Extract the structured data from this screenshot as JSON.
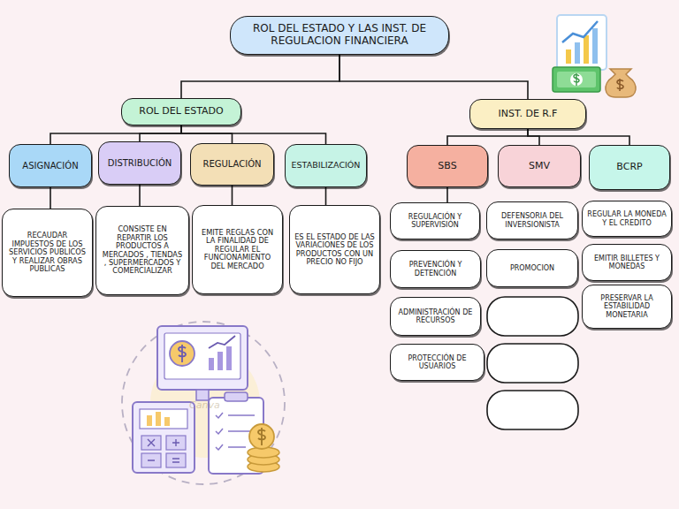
{
  "diagram": {
    "nodes": [
      {
        "text": [
          "ROL DEL ESTADO Y LAS INST. DE REGULACION FINANCIERA"
        ]
      },
      {
        "text": [
          "ROL DEL ESTADO"
        ]
      },
      {
        "text": [
          "INST. DE R.F"
        ]
      },
      {
        "text": [
          "ASIGNACIÓN"
        ]
      },
      {
        "text": [
          "DISTRIBUCIÓN"
        ]
      },
      {
        "text": [
          "REGULACIÓN"
        ]
      },
      {
        "text": [
          "ESTABILIZACIÓN"
        ]
      },
      {
        "text": [
          "SBS"
        ]
      },
      {
        "text": [
          "SMV"
        ]
      },
      {
        "text": [
          "BCRP"
        ]
      },
      {
        "text": [
          "RECAUDAR IMPUESTOS DE LOS SERVICIOS PUBLICOS Y REALIZAR OBRAS PUBLICAS"
        ]
      },
      {
        "text": [
          "CONSISTE EN REPARTIR LOS PRODUCTOS A MERCADOS , TIENDAS , SUPERMERCADOS Y COMERCIALIZAR"
        ]
      },
      {
        "text": [
          "EMITE REGLAS CON LA FINALIDAD DE REGULAR EL FUNCIONAMIENTO DEL MERCADO"
        ]
      },
      {
        "text": [
          "ES EL ESTADO DE LAS VARIACIONES DE LOS PRODUCTOS CON UN PRECIO NO FIJO"
        ]
      },
      {
        "text": [
          "REGULACIÓN Y SUPERVISIÓN"
        ]
      },
      {
        "text": [
          "PREVENCIÓN Y DETENCIÓN"
        ]
      },
      {
        "text": [
          "ADMINISTRACIÓN DE RECURSOS"
        ]
      },
      {
        "text": [
          "PROTECCIÓN DE USUARIOS"
        ]
      },
      {
        "text": [
          "DEFENSORIA DEL INVERSIONISTA"
        ]
      },
      {
        "text": [
          "PROMOCION"
        ]
      },
      {
        "text": [
          "REGULAR LA MONEDA Y EL CREDITO"
        ]
      },
      {
        "text": [
          "EMITIR BILLETES Y MONEDAS"
        ]
      },
      {
        "text": [
          "PRESERVAR LA ESTABILIDAD MONETARIA"
        ]
      }
    ],
    "edges": [
      {
        "from": 0,
        "to": 1,
        "arrow": "none"
      },
      {
        "from": 0,
        "to": 2,
        "arrow": "none"
      },
      {
        "from": 1,
        "to": 3,
        "arrow": "none"
      },
      {
        "from": 1,
        "to": 4,
        "arrow": "none"
      },
      {
        "from": 1,
        "to": 5,
        "arrow": "none"
      },
      {
        "from": 1,
        "to": 6,
        "arrow": "none"
      },
      {
        "from": 2,
        "to": 7,
        "arrow": "none"
      },
      {
        "from": 2,
        "to": 8,
        "arrow": "none"
      },
      {
        "from": 2,
        "to": 9,
        "arrow": "none"
      },
      {
        "from": 3,
        "to": 10,
        "arrow": "none"
      },
      {
        "from": 4,
        "to": 11,
        "arrow": "none"
      },
      {
        "from": 5,
        "to": 12,
        "arrow": "none"
      },
      {
        "from": 6,
        "to": 13,
        "arrow": "none"
      },
      {
        "from": 7,
        "to": 14,
        "arrow": "none"
      }
    ],
    "labels": [
      "Canva"
    ]
  }
}
